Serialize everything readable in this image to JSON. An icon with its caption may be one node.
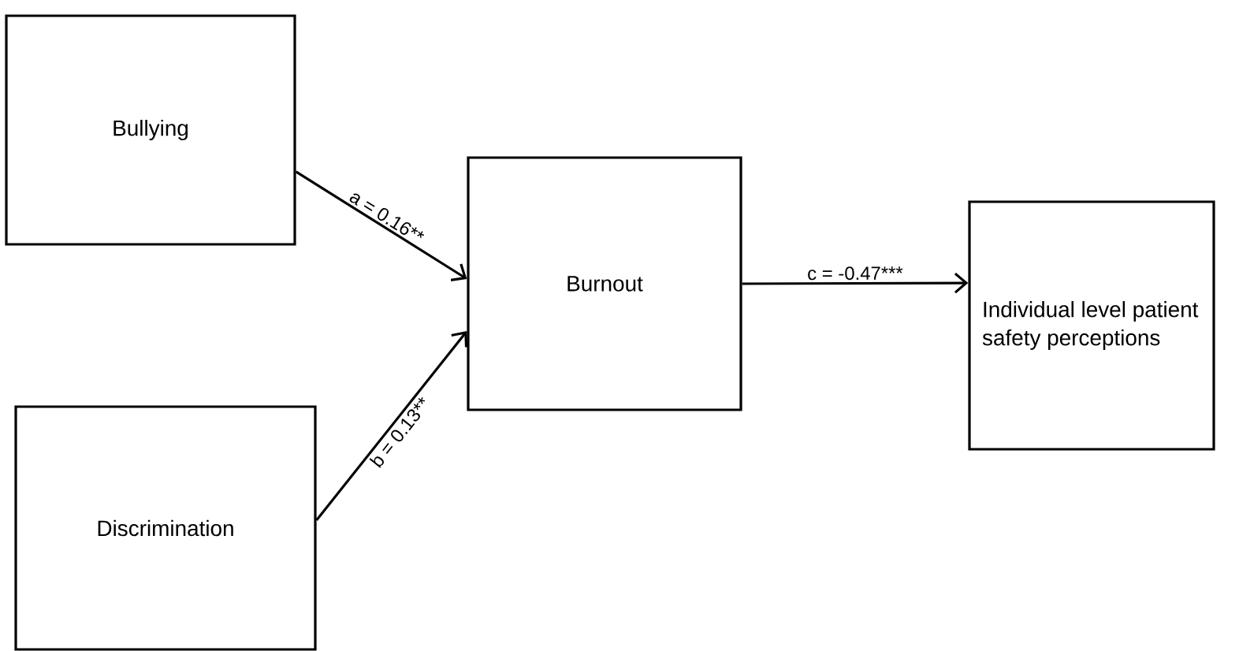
{
  "diagram": {
    "nodes": [
      {
        "text": [
          "Bullying"
        ]
      },
      {
        "text": [
          "Discrimination"
        ]
      },
      {
        "text": [
          "Burnout"
        ]
      },
      {
        "text": [
          "Individual level patient safety perceptions"
        ]
      }
    ],
    "edges": [
      {
        "from": 0,
        "to": 2,
        "arrow": "to",
        "label": "a = 0.16**"
      },
      {
        "from": 1,
        "to": 2,
        "arrow": "to",
        "label": "b = 0.13**"
      },
      {
        "from": 2,
        "to": 3,
        "arrow": "to",
        "label": "c = -0.47***"
      }
    ]
  }
}
